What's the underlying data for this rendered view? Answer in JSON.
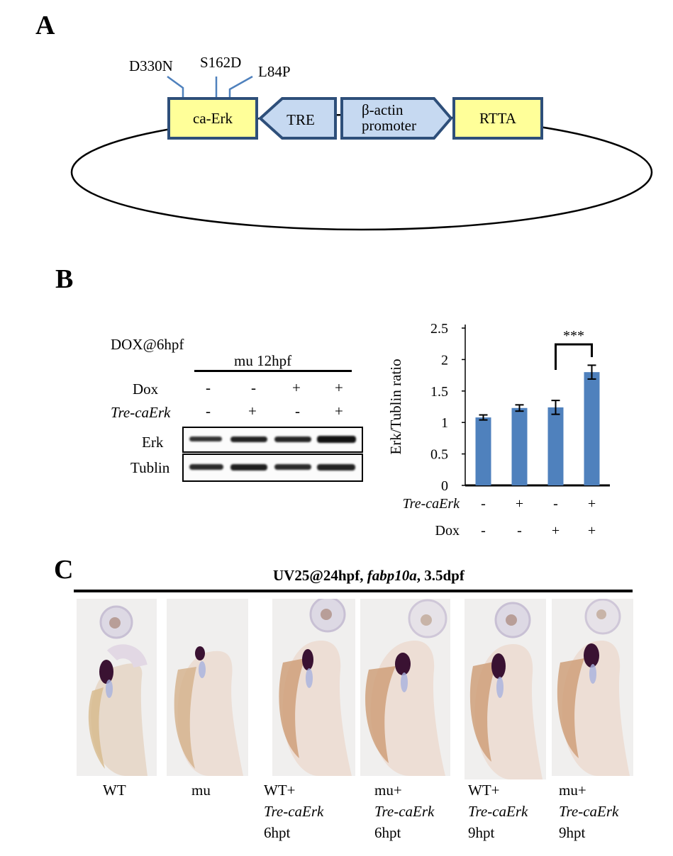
{
  "panel_a": {
    "letter": "A",
    "mutations": [
      "D330N",
      "S162D",
      "L84P"
    ],
    "boxes": {
      "ca_erk": "ca-Erk",
      "tre": "TRE",
      "promoter_line1": "β-actin",
      "promoter_line2": "promoter",
      "rtta": "RTTA"
    },
    "colors": {
      "yellow_box": "#ffff99",
      "blue_box": "#c6d9f1",
      "border": "#2e4f7a"
    }
  },
  "panel_b": {
    "letter": "B",
    "blot": {
      "title": "DOX@6hpf",
      "group_label": "mu 12hpf",
      "rows": [
        {
          "label": "Dox",
          "italic": false,
          "values": [
            "-",
            "-",
            "+",
            "+"
          ]
        },
        {
          "label": "Tre-caErk",
          "italic": true,
          "values": [
            "-",
            "+",
            "-",
            "+"
          ]
        }
      ],
      "band_labels": [
        "Erk",
        "Tublin"
      ]
    },
    "chart_data": {
      "type": "bar",
      "ylabel": "Erk/Tublin ratio",
      "ylim": [
        0,
        2.5
      ],
      "yticks": [
        "0",
        "0.5",
        "1",
        "1.5",
        "2",
        "2.5"
      ],
      "values": [
        1.08,
        1.23,
        1.24,
        1.8
      ],
      "errors": [
        0.04,
        0.05,
        0.11,
        0.11
      ],
      "bar_color": "#4f81bd",
      "significance": "***",
      "rows": [
        {
          "label": "Tre-caErk",
          "italic": true,
          "values": [
            "-",
            "+",
            "-",
            "+"
          ]
        },
        {
          "label": "Dox",
          "italic": false,
          "values": [
            "-",
            "-",
            "+",
            "+"
          ]
        }
      ]
    }
  },
  "panel_c": {
    "letter": "C",
    "title_part1": "UV25@24hpf, ",
    "title_gene": "fabp10a",
    "title_part2": ", 3.5dpf",
    "images": [
      {
        "line1": "WT",
        "line2": "",
        "line3": ""
      },
      {
        "line1": "mu",
        "line2": "",
        "line3": ""
      },
      {
        "line1": "WT+",
        "line2": "Tre-caErk",
        "line3": "6hpt"
      },
      {
        "line1": "mu+",
        "line2": "Tre-caErk",
        "line3": "6hpt"
      },
      {
        "line1": "WT+",
        "line2": "Tre-caErk",
        "line3": "9hpt"
      },
      {
        "line1": "mu+",
        "line2": "Tre-caErk",
        "line3": "9hpt"
      }
    ]
  }
}
